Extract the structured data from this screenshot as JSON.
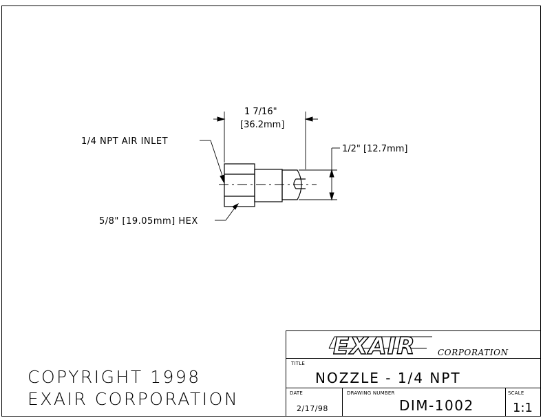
{
  "drawing": {
    "overall_length": "1 7/16\"",
    "overall_length_mm": "[36.2mm]",
    "inlet_label": "1/4 NPT AIR INLET",
    "diameter_label": "1/2\" [12.7mm]",
    "hex_label": "5/8\" [19.05mm] HEX"
  },
  "copyright": {
    "line1": "COPYRIGHT 1998",
    "line2": "EXAIR CORPORATION"
  },
  "title_block": {
    "logo": "EXAIR",
    "corporation": "CORPORATION",
    "title_caption": "TITLE",
    "title": "NOZZLE - 1/4 NPT",
    "date_caption": "DATE",
    "date": "2/17/98",
    "number_caption": "DRAWING NUMBER",
    "number": "DIM-1002",
    "scale_caption": "SCALE",
    "scale": "1:1"
  }
}
